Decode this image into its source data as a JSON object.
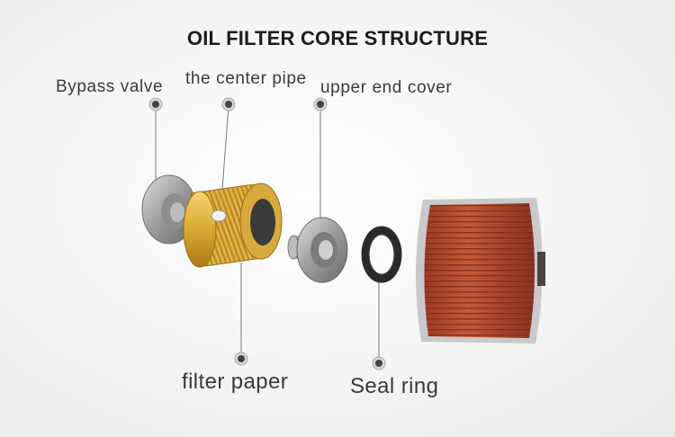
{
  "title": "OIL FILTER CORE STRUCTURE",
  "labels": {
    "bypass_valve": "Bypass valve",
    "center_pipe": "the center pipe",
    "upper_end_cover": "upper end cover",
    "filter_paper": "filter paper",
    "seal_ring": "Seal ring"
  }
}
